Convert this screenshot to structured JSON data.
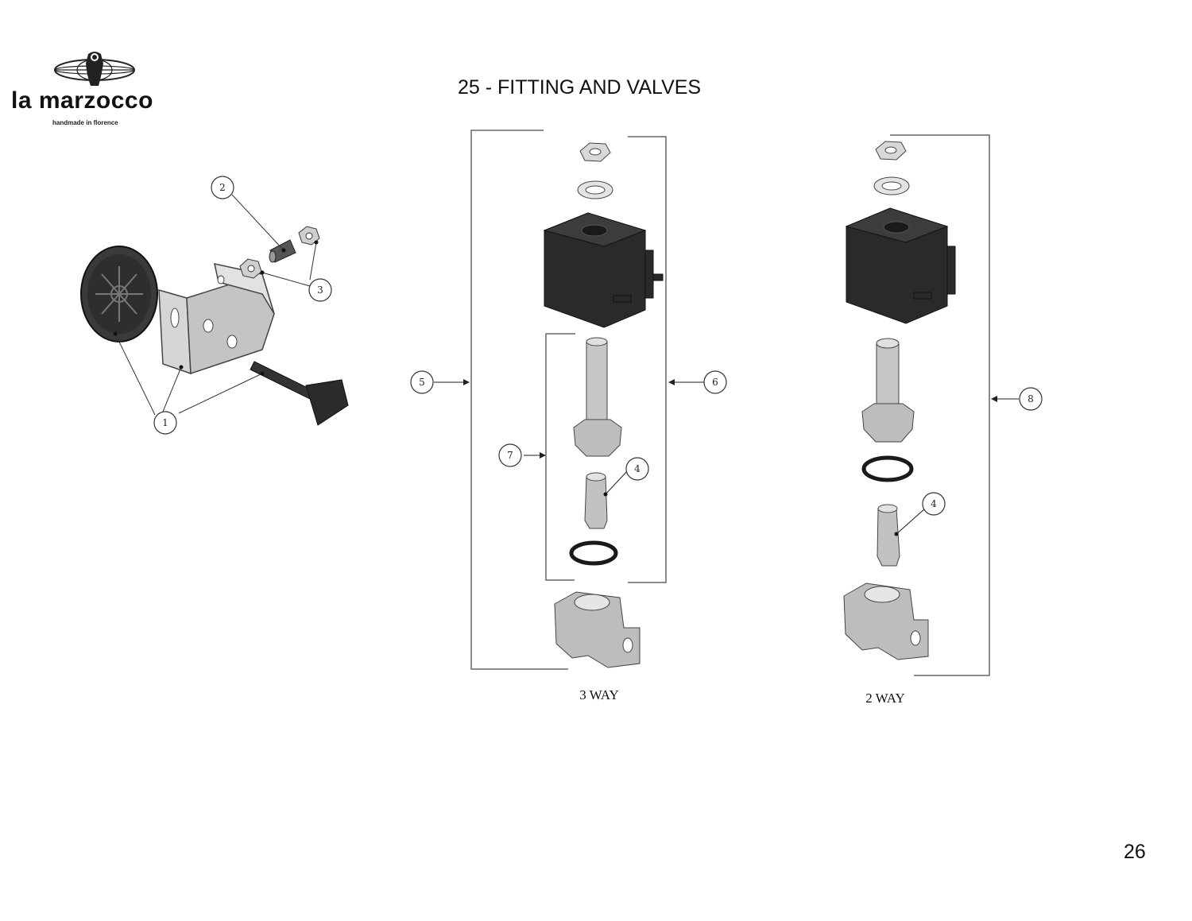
{
  "brand": {
    "name": "la marzocco",
    "tagline": "handmade in florence"
  },
  "page": {
    "title": "25 - FITTING AND VALVES",
    "number": "26"
  },
  "callouts": [
    "1",
    "2",
    "3",
    "4",
    "5",
    "6",
    "7",
    "8"
  ],
  "labels": {
    "three_way": "3 WAY",
    "two_way": "2 WAY"
  },
  "colors": {
    "line": "#333333",
    "part_dark": "#2a2a2a",
    "part_grey": "#b8b8b8"
  }
}
